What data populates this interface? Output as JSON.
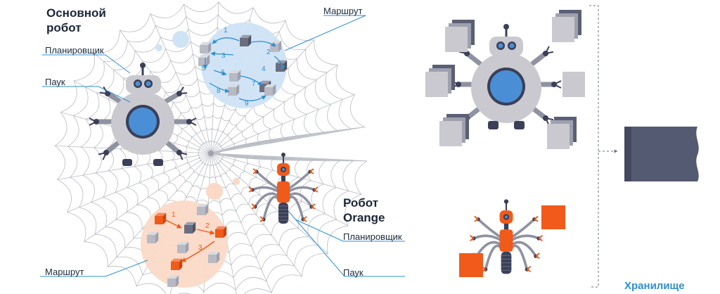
{
  "main_robot": {
    "title_line1": "Основной",
    "title_line2": "робот"
  },
  "orange_robot": {
    "title_line1": "Робот",
    "title_line2": "Orange"
  },
  "labels": {
    "scheduler_main": "Планировщик",
    "spider_main": "Паук",
    "route_main": "Маршрут",
    "scheduler_orange": "Планировщик",
    "spider_orange": "Паук",
    "route_orange": "Маршрут"
  },
  "route_main_steps": [
    "1",
    "2",
    "3",
    "4",
    "5",
    "6",
    "7",
    "8",
    "9"
  ],
  "route_orange_steps": [
    "1",
    "2",
    "3"
  ],
  "storage": {
    "label": "Хранилище"
  },
  "colors": {
    "blue_accent": "#2f8fd0",
    "orange_accent": "#f05a1a",
    "robot_gray": "#c9c9cf",
    "dark_navy": "#3b3f58",
    "web_line": "#b9bcc4",
    "blue_bubble": "#cfe3f5",
    "orange_bubble": "#fbd9c6"
  }
}
